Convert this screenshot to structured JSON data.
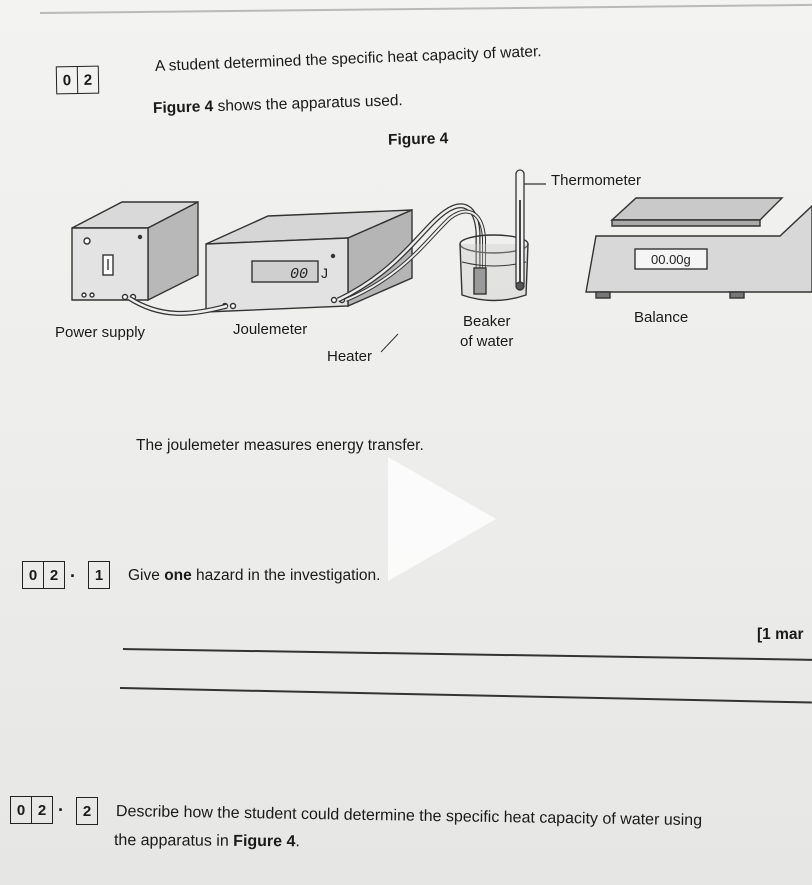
{
  "question": {
    "number": [
      "0",
      "2"
    ],
    "intro": "A student determined the specific heat capacity of water.",
    "figure_ref_bold": "Figure 4",
    "figure_ref_rest": " shows the apparatus used.",
    "figure_title": "Figure 4"
  },
  "figure": {
    "labels": {
      "thermometer": "Thermometer",
      "balance": "Balance",
      "beaker_line1": "Beaker",
      "beaker_line2": "of water",
      "power_supply": "Power supply",
      "joulemeter": "Joulemeter",
      "heater": "Heater"
    },
    "joulemeter_display": "00",
    "joulemeter_unit": "J",
    "balance_display": "00.00g"
  },
  "note": "The joulemeter measures energy transfer.",
  "part1": {
    "number": [
      "0",
      "2",
      "1"
    ],
    "text_pre": "Give ",
    "text_bold": "one",
    "text_post": " hazard in the investigation.",
    "marks": "[1 mar"
  },
  "part2": {
    "number": [
      "0",
      "2",
      "2"
    ],
    "line1": "Describe how the student could determine the specific heat capacity of water using",
    "line2_pre": "the apparatus in ",
    "line2_bold": "Figure 4",
    "line2_post": "."
  }
}
